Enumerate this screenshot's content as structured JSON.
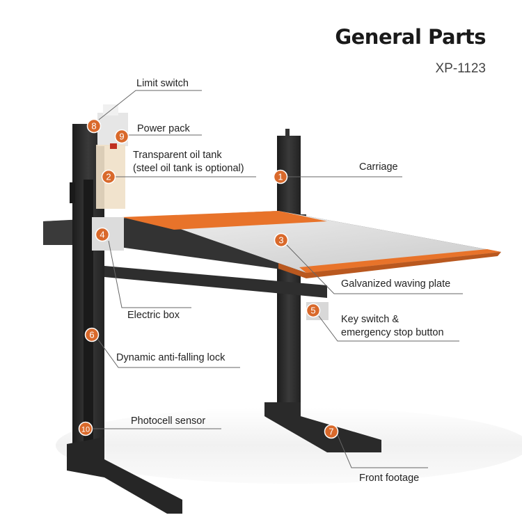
{
  "header": {
    "title": "General Parts",
    "model": "XP-1123"
  },
  "colors": {
    "marker": "#d9692b",
    "platform": "#e8732a",
    "steel": "#2b2b2b",
    "leader": "#666666"
  },
  "parts": [
    {
      "num": "1",
      "label": "Carriage"
    },
    {
      "num": "2",
      "label": "Transparent oil tank",
      "label2": "(steel oil tank is optional)"
    },
    {
      "num": "3",
      "label": "Galvanized waving plate"
    },
    {
      "num": "4",
      "label": "Electric box"
    },
    {
      "num": "5",
      "label": "Key switch &",
      "label2": "emergency stop button"
    },
    {
      "num": "6",
      "label": "Dynamic anti-falling lock"
    },
    {
      "num": "7",
      "label": "Front footage"
    },
    {
      "num": "8",
      "label": "Limit switch"
    },
    {
      "num": "9",
      "label": "Power pack"
    },
    {
      "num": "10",
      "label": "Photocell sensor"
    }
  ]
}
